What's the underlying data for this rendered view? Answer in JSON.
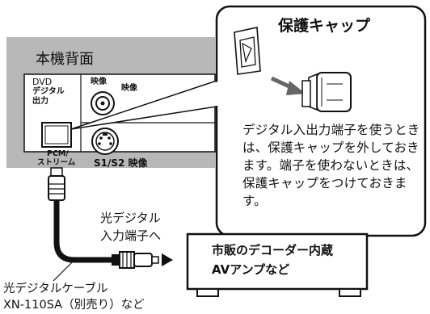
{
  "panel": {
    "title": "本機背面",
    "dvd_label_lines": [
      "DVD",
      "デジタル",
      "出力"
    ],
    "video_label_1": "映像",
    "video_label_2": "映像",
    "pcm_label_lines": [
      "PCM/",
      "ストリーム"
    ],
    "s_video_label": "S1/S2 映像"
  },
  "callout": {
    "title": "保護キャップ",
    "text": "デジタル入出力端子を使うときは、保護キャップを外しておきます。端子を使わないときは、保護キャップをつけておきます。"
  },
  "cable": {
    "input_label_lines": [
      "光デジタル",
      "入力端子へ"
    ],
    "name_lines": [
      "光デジタルケーブル",
      "XN-110SA（別売り）など"
    ]
  },
  "device": {
    "label_lines": [
      "市販のデコーダー内蔵",
      "AVアンプなど"
    ]
  },
  "colors": {
    "panel_gray": "#b8b8b8",
    "black": "#111111",
    "white": "#ffffff"
  }
}
